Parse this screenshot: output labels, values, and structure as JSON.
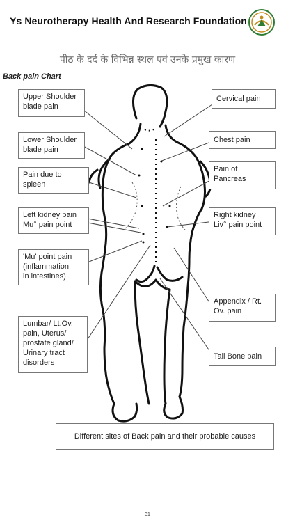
{
  "header": {
    "org_name": "Ys Neurotherapy Health And Research Foundation",
    "logo_icon": "ys-foundation-logo-icon"
  },
  "hindi_title": "पीठ के दर्द के विभिन्न स्थल एवं उनके प्रमुख कारण",
  "chart_label": "Back pain Chart",
  "labels_left": [
    "Upper Shoulder\nblade pain",
    "Lower Shoulder\nblade pain",
    "Pain due to\nspleen",
    "Left kidney pain\nMu° pain point",
    "'Mu' point pain\n(inflammation\nin intestines)",
    "Lumbar/ Lt.Ov.\npain, Uterus/\nprostate gland/\nUrinary tract\ndisorders"
  ],
  "labels_right": [
    "Cervical pain",
    "Chest pain",
    "Pain of\nPancreas",
    "Right kidney\nLiv° pain point",
    "Appendix / Rt.\nOv. pain",
    "Tail Bone pain"
  ],
  "caption": "Different sites of Back pain and their probable causes",
  "page_number": "31"
}
